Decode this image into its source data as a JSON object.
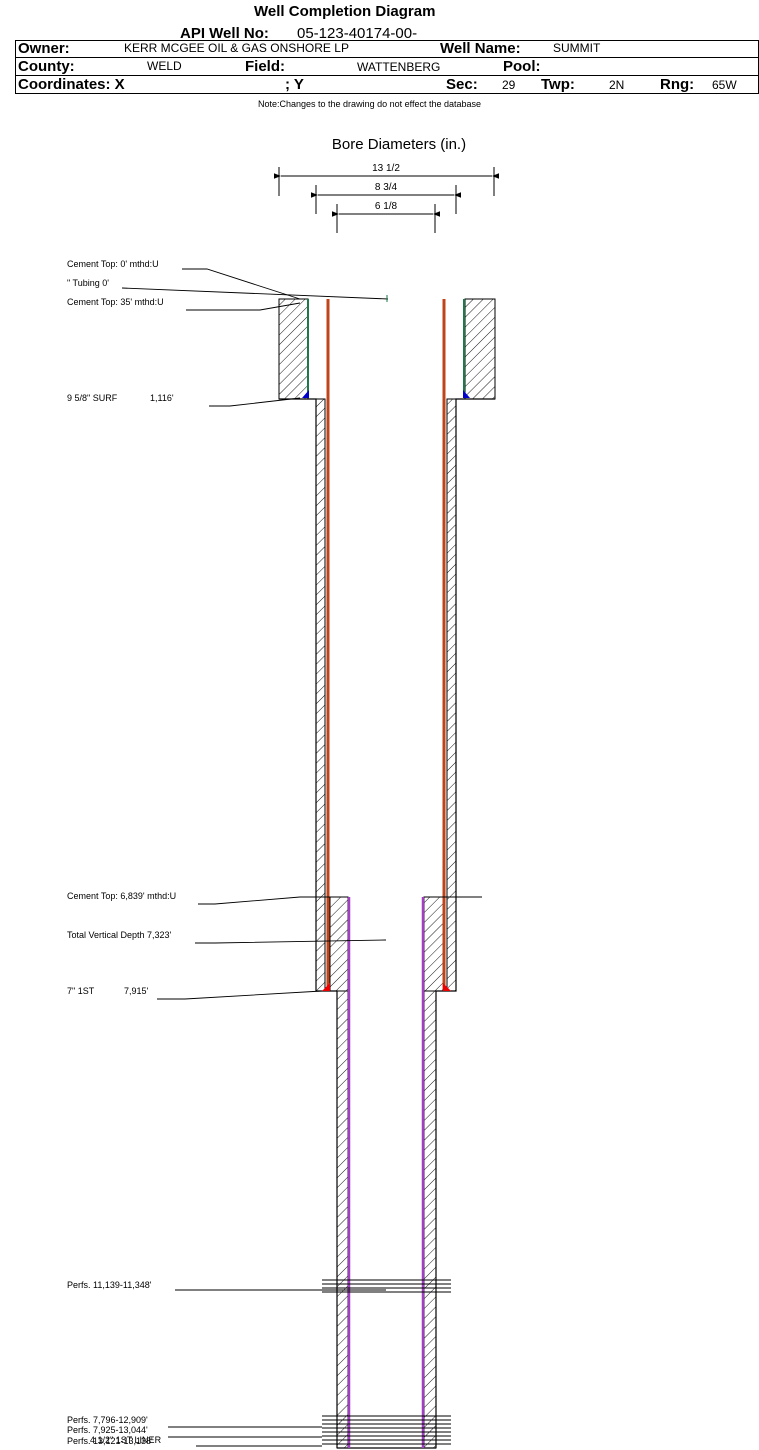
{
  "header": {
    "title": "Well Completion Diagram",
    "api_label": "API Well No:",
    "api_value": "05-123-40174-00-",
    "owner_label": "Owner:",
    "owner_value": "KERR MCGEE OIL & GAS ONSHORE LP",
    "well_name_label": "Well Name:",
    "well_name_value": "SUMMIT",
    "county_label": "County:",
    "county_value": "WELD",
    "field_label": "Field:",
    "field_value": "WATTENBERG",
    "pool_label": "Pool:",
    "pool_value": "",
    "coords_label": "Coordinates: X",
    "coords_y_label": "; Y",
    "sec_label": "Sec:",
    "sec_value": "29",
    "twp_label": "Twp:",
    "twp_value": "2N",
    "rng_label": "Rng:",
    "rng_value": "65W",
    "note": "Note:Changes to the drawing do not effect the database"
  },
  "bore": {
    "title": "Bore Diameters (in.)",
    "diameters": [
      "13 1/2",
      "8 3/4",
      "6 1/8"
    ]
  },
  "annotations": {
    "cement_top_0": "Cement Top: 0' mthd:U",
    "tubing": "\" Tubing 0'",
    "cement_top_35": "Cement Top: 35' mthd:U",
    "surf_casing_name": "9 5/8\" SURF",
    "surf_casing_depth": "1,116'",
    "cement_top_6839": "Cement Top: 6,839' mthd:U",
    "tvd": "Total Vertical Depth 7,323'",
    "first_casing_name": "7\" 1ST",
    "first_casing_depth": "7,915'",
    "perfs_1": "Perfs. 11,139-11,348'",
    "perfs_2": "Perfs. 7,796-12,909'",
    "perfs_3": "Perfs. 7,925-13,044'",
    "perfs_4": "Perfs. 13,121-13,138'",
    "liner": "4 1/2\" 1ST LINER"
  },
  "colors": {
    "tubing": "#1a7a4a",
    "casing": "#c0441a",
    "liner": "#a040c0",
    "plug_blue": "#0000cc",
    "plug_red": "#ee0000"
  }
}
